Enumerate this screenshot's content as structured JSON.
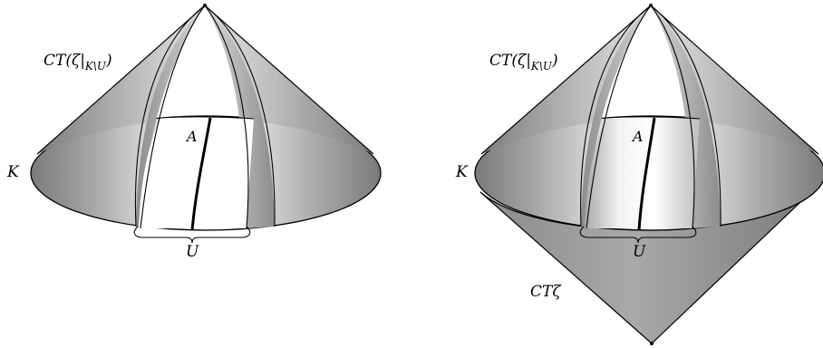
{
  "left_figure": {
    "cone_label_main": "CT(ζ|",
    "cone_label_sub": "K\\U",
    "cone_label_close": ")",
    "base_label": "K",
    "arc_label": "A",
    "region_label": "U"
  },
  "right_figure": {
    "cone_label_main": "CT(ζ|",
    "cone_label_sub": "K\\U",
    "cone_label_close": ")",
    "base_label": "K",
    "arc_label": "A",
    "region_label": "U",
    "lower_cone_label": "CTζ"
  },
  "colors": {
    "shade_dark": "#7f7f7f",
    "shade_mid": "#b5b5b5",
    "shade_light": "#e9e9e9",
    "stroke": "#000000"
  }
}
